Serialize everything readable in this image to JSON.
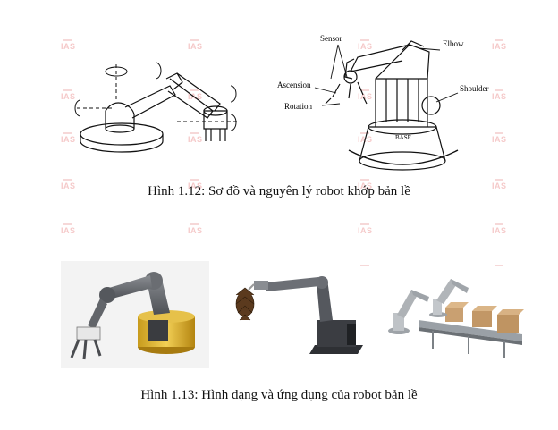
{
  "figure1": {
    "caption": "Hình 1.12: Sơ đồ và nguyên lý robot khớp bản lề",
    "labels": {
      "sensor": "Sensor",
      "elbow": "Elbow",
      "ascension": "Ascension",
      "rotation": "Rotation",
      "shoulder": "Shoulder",
      "base": "BASE"
    }
  },
  "figure2": {
    "caption": "Hình 1.13: Hình dạng và ứng dụng của robot bản lề"
  },
  "watermark": {
    "text": "IAS",
    "color": "#f2b8b8"
  }
}
